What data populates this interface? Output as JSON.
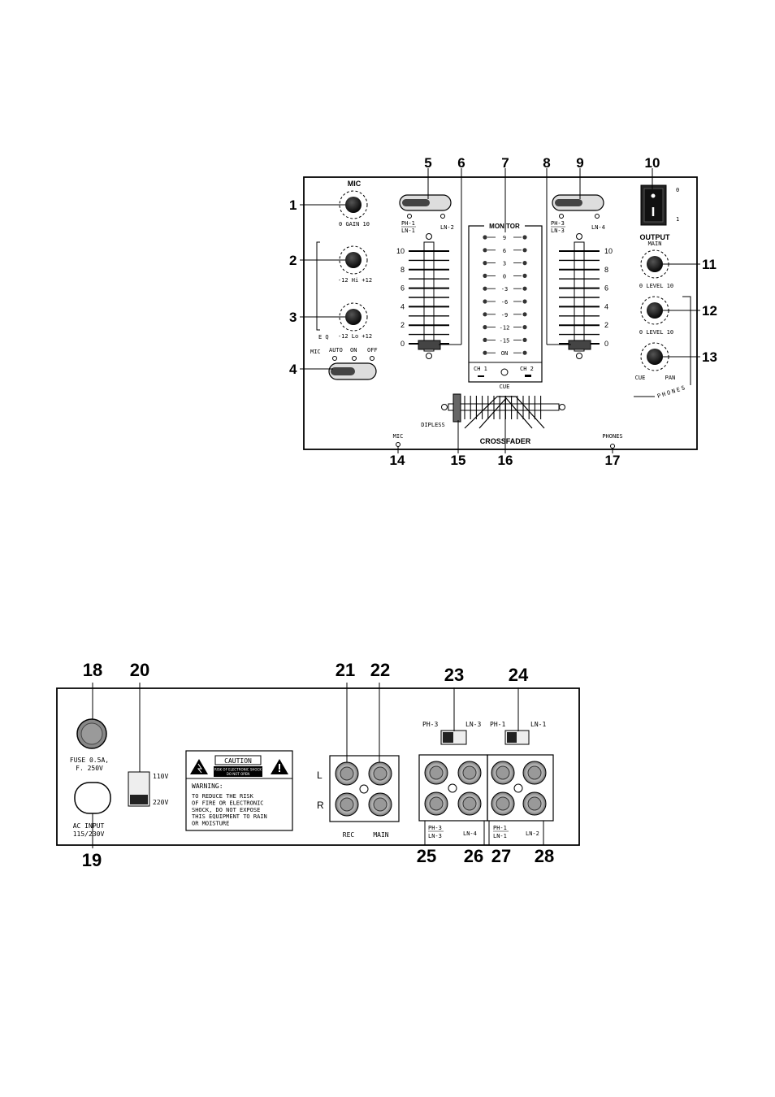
{
  "front": {
    "callouts": [
      "1",
      "2",
      "3",
      "4",
      "5",
      "6",
      "7",
      "8",
      "9",
      "10",
      "11",
      "12",
      "13",
      "14",
      "15",
      "16",
      "17"
    ],
    "mic_label": "MIC",
    "gain_scale": "0 GAIN 10",
    "hi_scale": "-12 Hi +12",
    "lo_scale": "-12 Lo +12",
    "eq_label": "E Q",
    "mic_switch": [
      "MIC",
      "AUTO",
      "ON",
      "OFF"
    ],
    "sel_left": [
      "PH-1",
      "LN-1",
      "LN-2"
    ],
    "sel_right": [
      "PH-3",
      "LN-3",
      "LN-4"
    ],
    "fader_ticks": [
      "10",
      "8",
      "6",
      "4",
      "2",
      "0"
    ],
    "monitor_label": "MONITOR",
    "meter_ticks": [
      "9",
      "6",
      "3",
      "0",
      "-3",
      "-6",
      "-9",
      "-12",
      "-15",
      "ON"
    ],
    "ch1": "CH 1",
    "ch2": "CH 2",
    "cue": "CUE",
    "power_labels": [
      "0",
      "1"
    ],
    "output_label": "OUTPUT",
    "main_label": "MAIN",
    "level1": "0 LEVEL 10",
    "level2": "0 LEVEL 10",
    "cue_label": "CUE",
    "pan_label": "PAN",
    "phones_arc": "PHONES",
    "diples": "DIPLESS",
    "crossfader": "CROSSFADER",
    "mic_jack": "MIC",
    "phones_jack": "PHONES"
  },
  "rear": {
    "callouts": [
      "18",
      "19",
      "20",
      "21",
      "22",
      "23",
      "24",
      "25",
      "26",
      "27",
      "28"
    ],
    "fuse": [
      "FUSE 0.5A,",
      "F. 250V"
    ],
    "ac_input": [
      "AC INPUT",
      "115/230V"
    ],
    "voltage": [
      "110V",
      "220V"
    ],
    "caution": "CAUTION",
    "caution_sub": [
      "RISK OF ELECTRONIC SHOCK",
      "DO NOT OPEN"
    ],
    "warning_title": "WARNING:",
    "warning_lines": [
      "TO REDUCE THE RISK",
      "OF FIRE OR ELECTRONIC",
      "SHOCK, DO NOT EXPOSE",
      "THIS EQUIPMENT TO RAIN",
      "OR MOISTURE"
    ],
    "lr": [
      "L",
      "R"
    ],
    "rec": "REC",
    "main": "MAIN",
    "switch23": [
      "PH-3",
      "LN-3"
    ],
    "switch24": [
      "PH-1",
      "LN-1"
    ],
    "jack_left_label": [
      "PH-3",
      "LN-3"
    ],
    "jack_left_label2": "LN-4",
    "jack_right_label": [
      "PH-1",
      "LN-1"
    ],
    "jack_right_label2": "LN-2"
  }
}
